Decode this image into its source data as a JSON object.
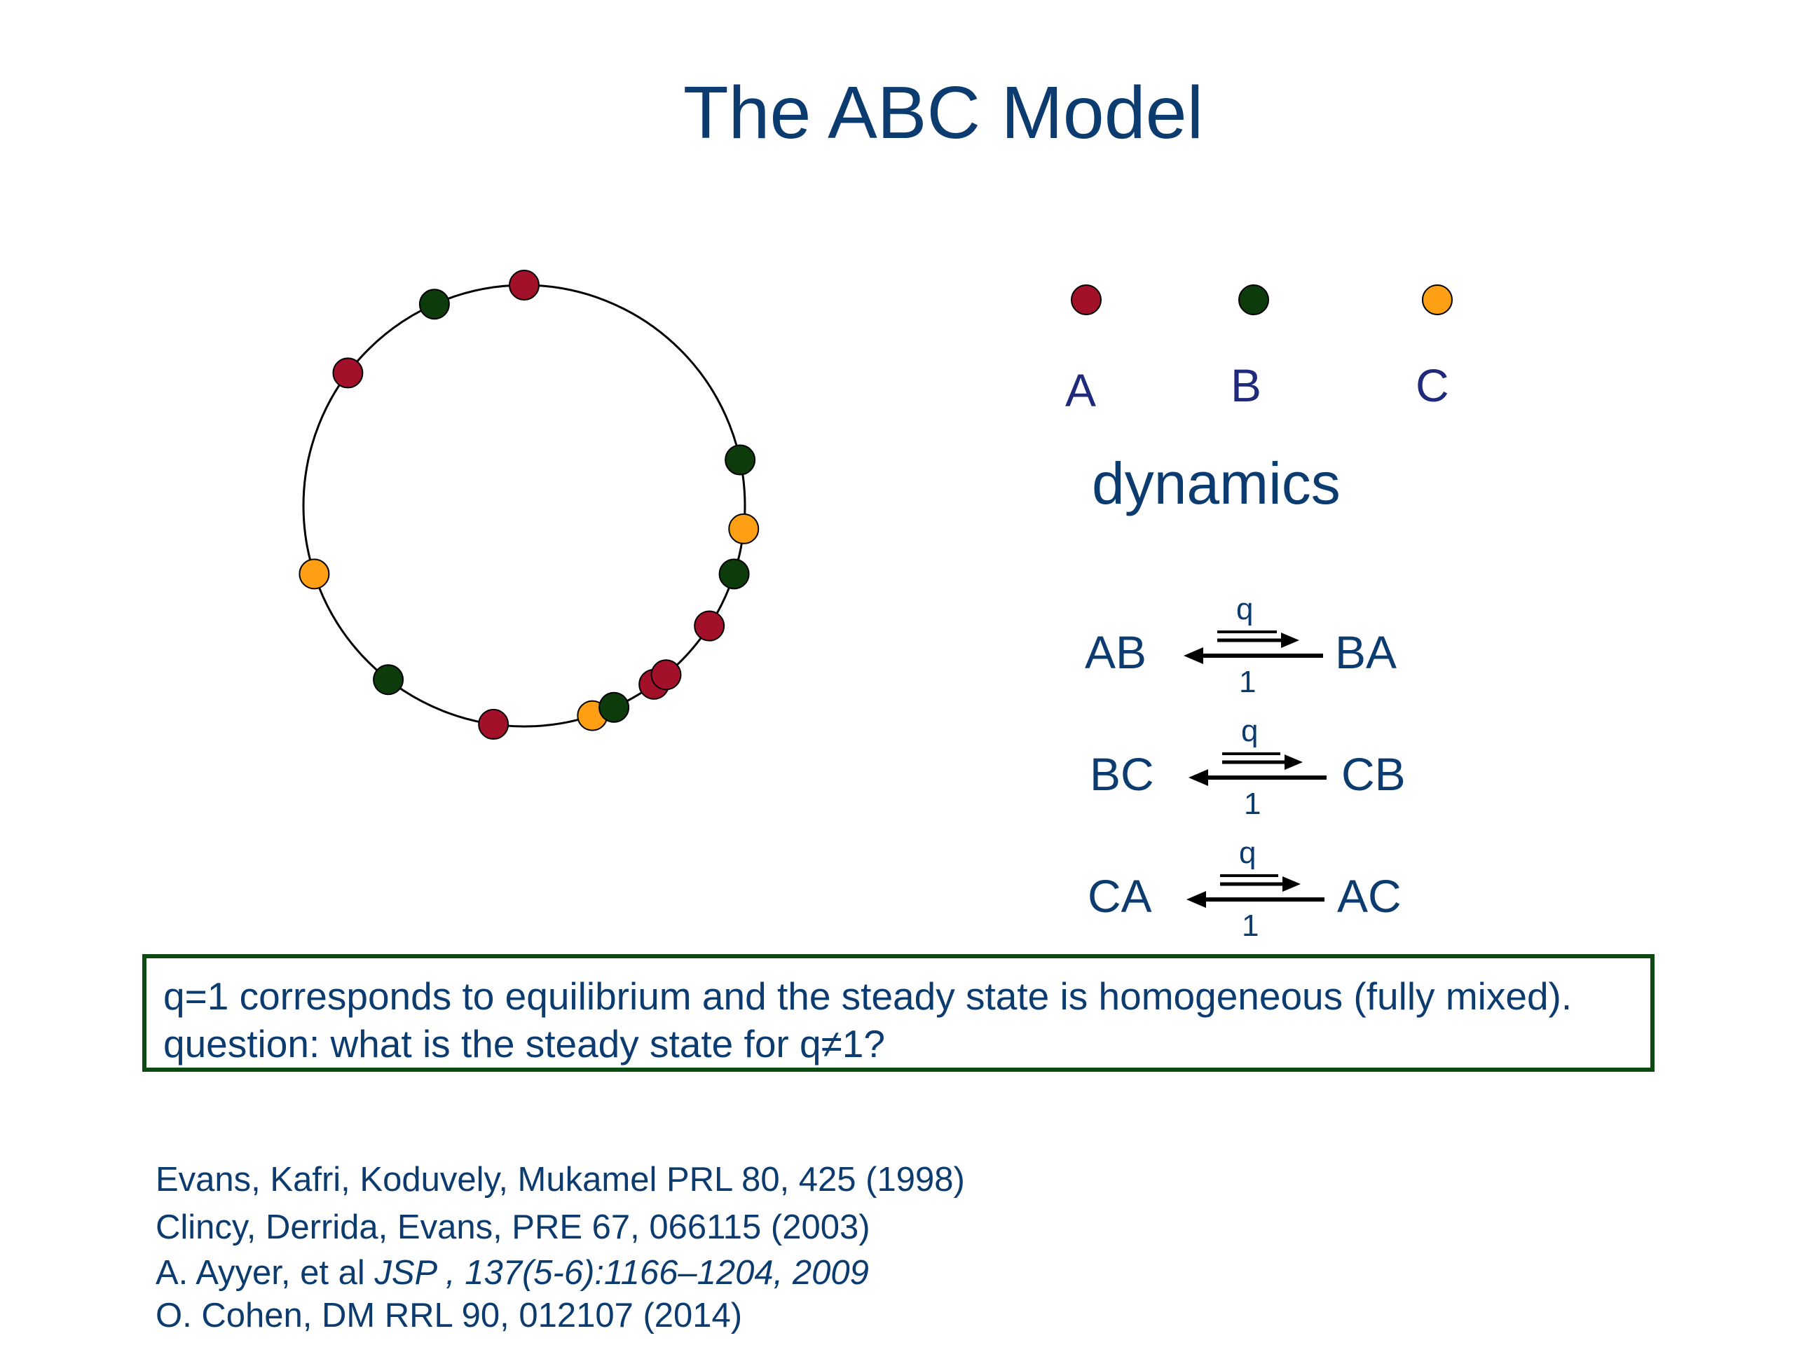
{
  "title": "The ABC Model",
  "colors": {
    "A": "#a2102a",
    "B": "#0d3b0b",
    "C": "#ffa014",
    "text": "#0b3b6f",
    "box_border": "#0d4a12"
  },
  "ring": {
    "particles": [
      "A",
      "B",
      "A",
      "C",
      "B",
      "A",
      "C",
      "A",
      "B",
      "B",
      "C",
      "A",
      "A",
      "B"
    ]
  },
  "legend": [
    {
      "label": "A",
      "species": "A"
    },
    {
      "label": "B",
      "species": "B"
    },
    {
      "label": "C",
      "species": "C"
    }
  ],
  "dynamics_heading": "dynamics",
  "reactions": [
    {
      "left": "AB",
      "right": "BA",
      "forward_rate": "q",
      "backward_rate": "1"
    },
    {
      "left": "BC",
      "right": "CB",
      "forward_rate": "q",
      "backward_rate": "1"
    },
    {
      "left": "CA",
      "right": "AC",
      "forward_rate": "q",
      "backward_rate": "1"
    }
  ],
  "note": {
    "line1": "q=1 corresponds to equilibrium and the steady state is homogeneous (fully mixed).",
    "line2": "question: what is the steady state for q≠1?"
  },
  "references": {
    "ref1": "Evans, Kafri, Koduvely, Mukamel PRL 80, 425 (1998)",
    "ref2": "Clincy, Derrida, Evans, PRE 67, 066115 (2003)",
    "ref3_prefix": "A. Ayyer, et al ",
    "ref3_journal": "JSP , 137(5-6):1166–1204, 2009",
    "ref4": "O. Cohen, DM RRL 90, 012107 (2014)"
  }
}
